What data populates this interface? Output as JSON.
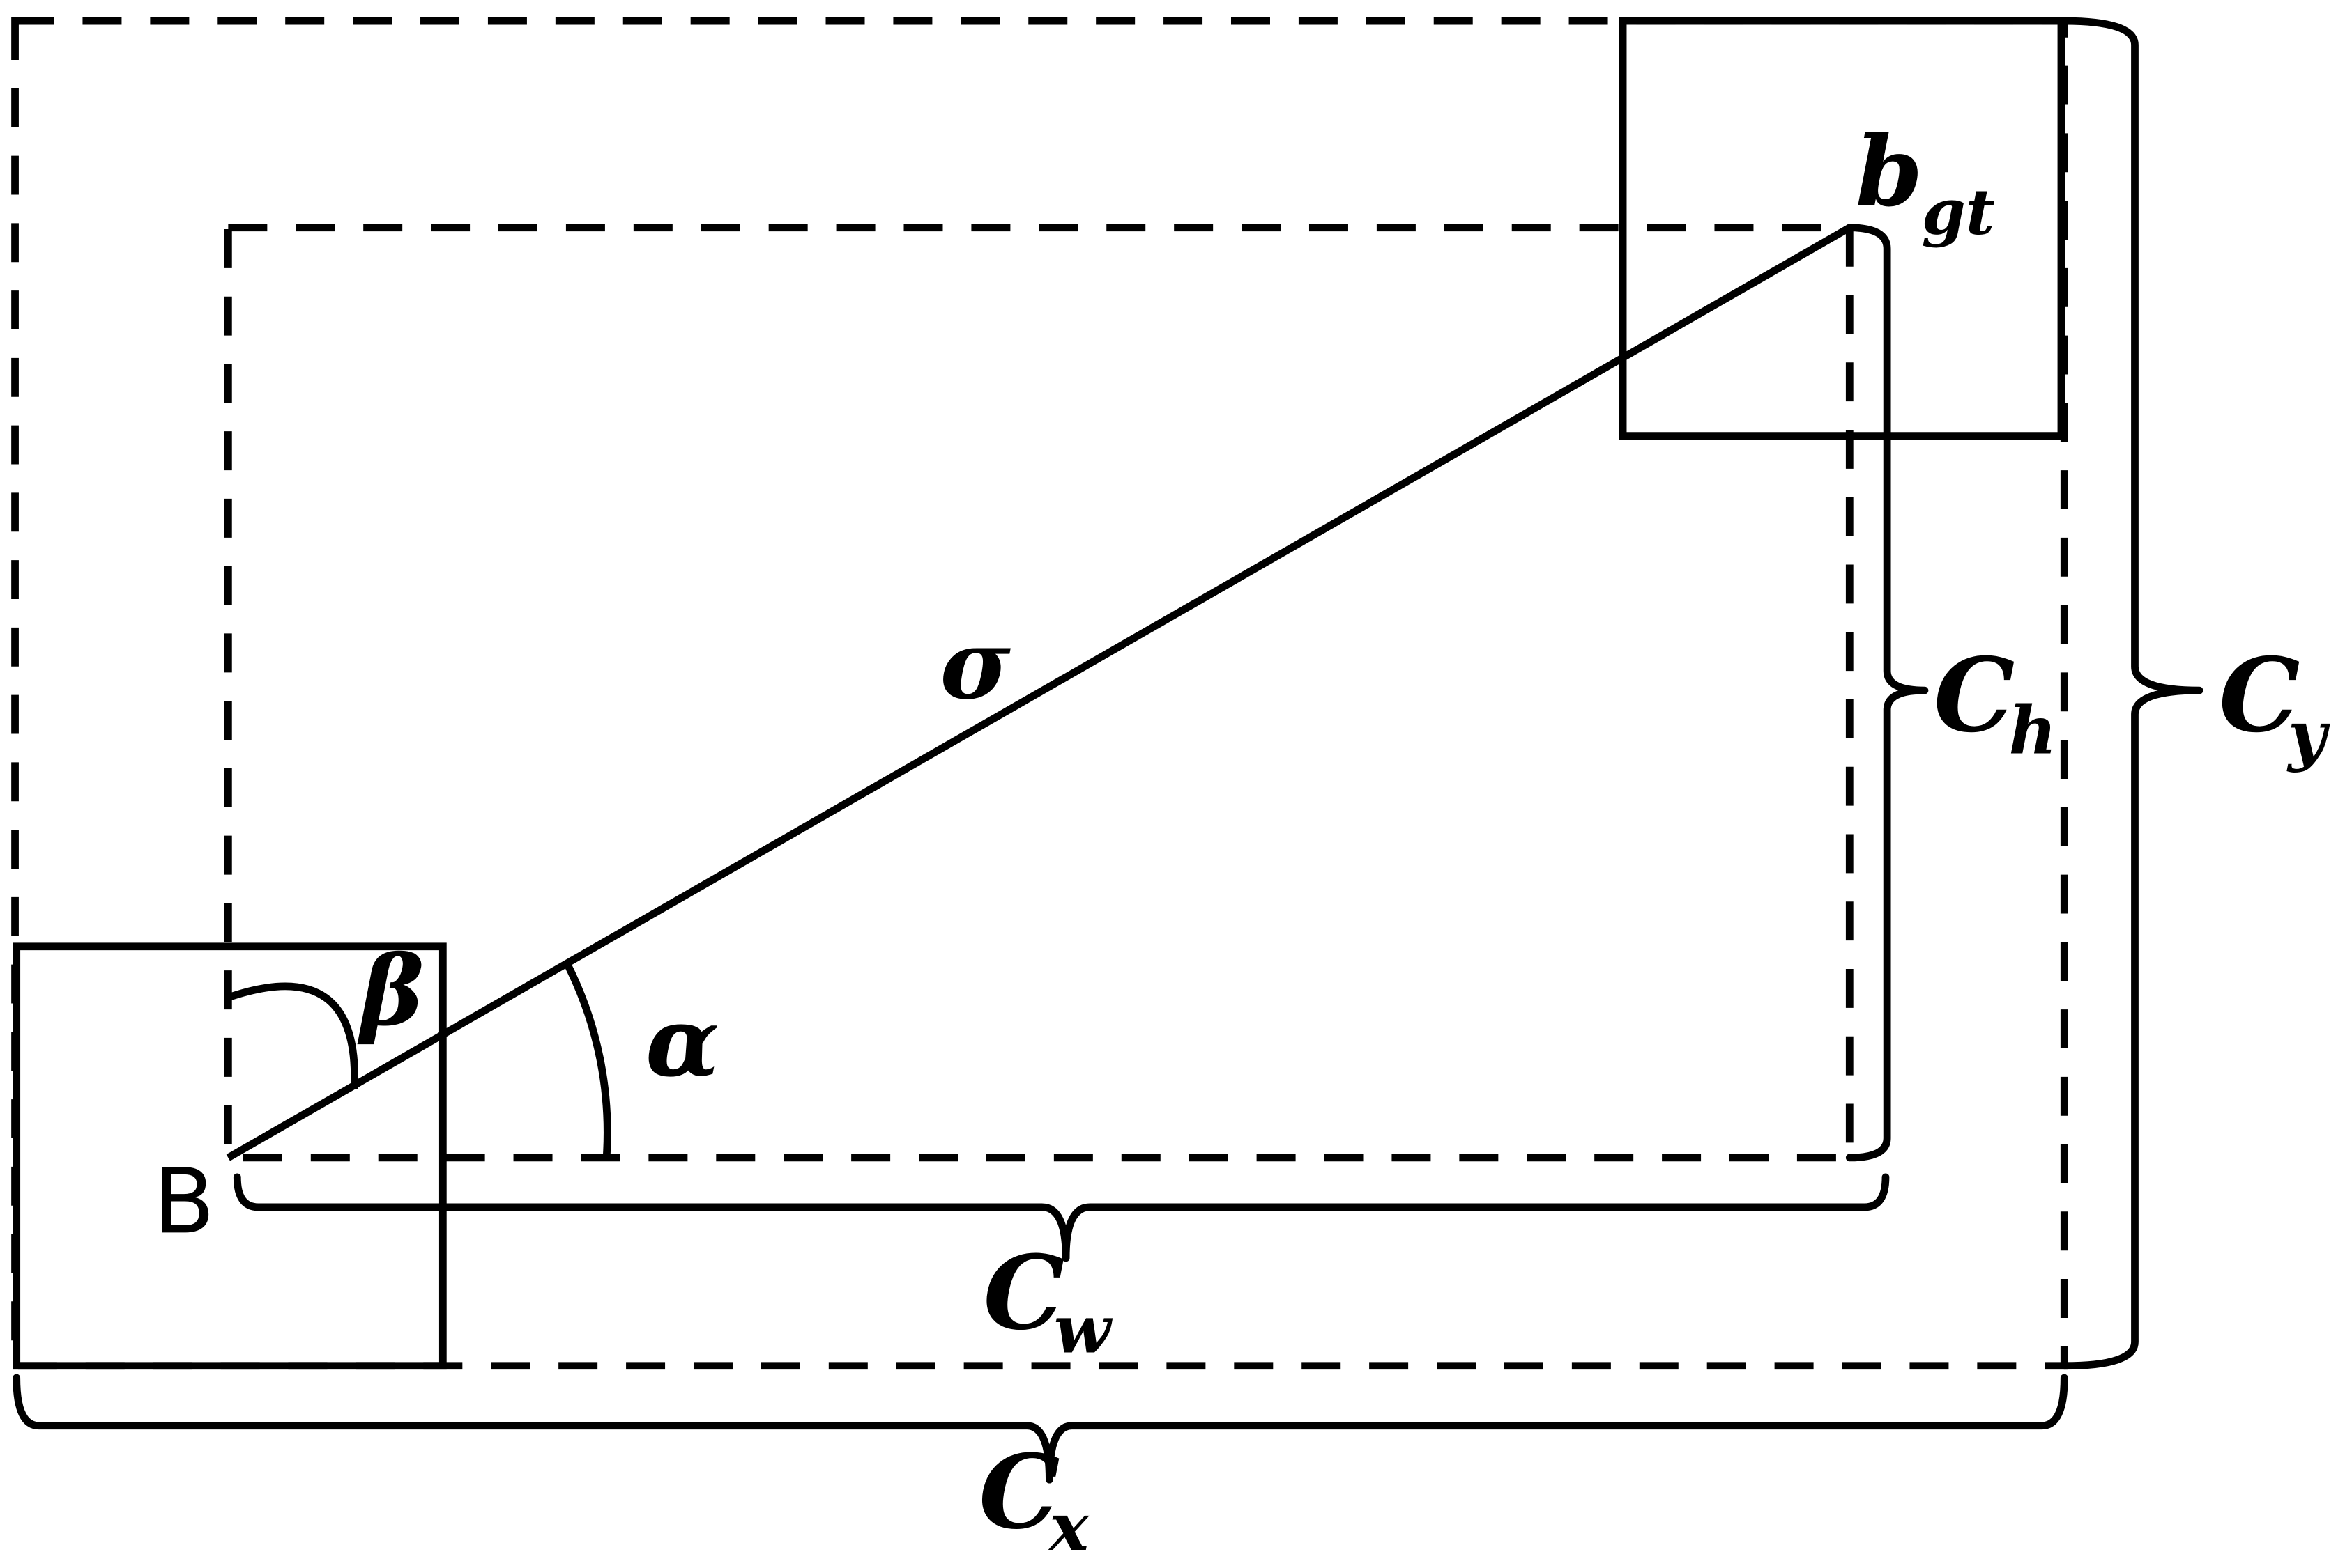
{
  "labels": {
    "point_b": "B",
    "gt_main": "b",
    "gt_sub": "gt",
    "sigma": "σ",
    "alpha": "α",
    "beta": "β",
    "ch_main": "C",
    "ch_sub": "h",
    "cy_main": "C",
    "cy_sub": "y",
    "cw_main": "C",
    "cw_sub": "w",
    "cx_main": "C",
    "cx_sub": "x"
  },
  "colors": {
    "stroke": "#000000",
    "background": "#ffffff"
  }
}
